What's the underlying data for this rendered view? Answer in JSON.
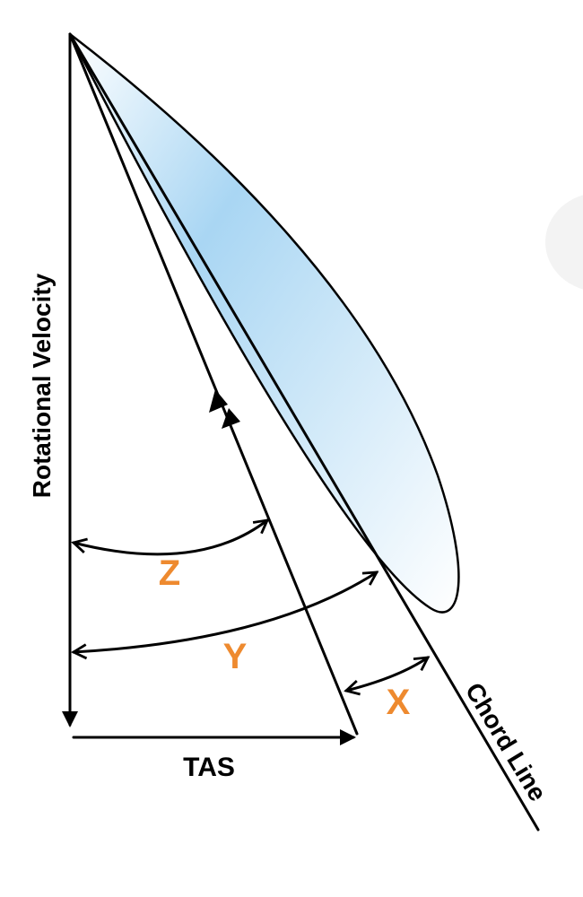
{
  "labels": {
    "rotational_velocity": "Rotational Velocity",
    "tas": "TAS",
    "chord_line": "Chord Line",
    "z": "Z",
    "y": "Y",
    "x": "X"
  },
  "colors": {
    "angle_label": "#ee8a2f",
    "blade_fill_dark": "#a9d6f3",
    "blade_fill_light": "#ffffff",
    "line": "#000000"
  }
}
